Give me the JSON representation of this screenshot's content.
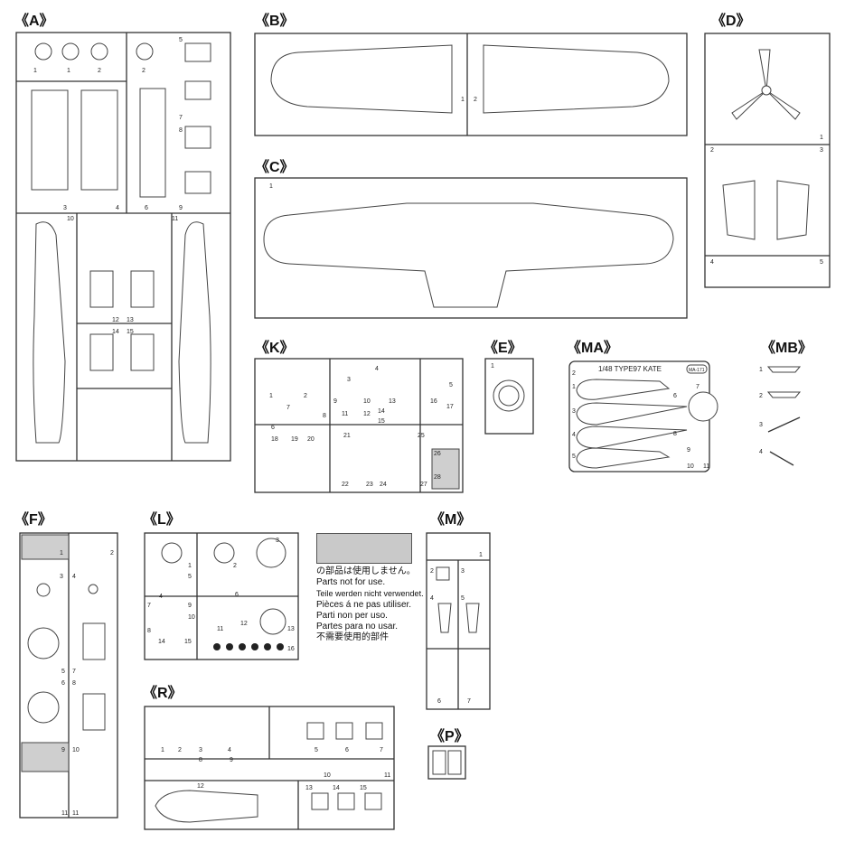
{
  "sprues": {
    "A": {
      "label": "《A》",
      "parts": [
        "1",
        "1",
        "2",
        "2",
        "3",
        "4",
        "5",
        "6",
        "7",
        "8",
        "9",
        "10",
        "11",
        "12",
        "13",
        "14",
        "15"
      ]
    },
    "B": {
      "label": "《B》",
      "parts": [
        "1",
        "2"
      ]
    },
    "C": {
      "label": "《C》",
      "parts": [
        "1"
      ]
    },
    "D": {
      "label": "《D》",
      "parts": [
        "1",
        "2",
        "3",
        "4",
        "5"
      ]
    },
    "K": {
      "label": "《K》",
      "parts": [
        "1",
        "2",
        "3",
        "4",
        "5",
        "6",
        "7",
        "8",
        "9",
        "10",
        "11",
        "12",
        "13",
        "14",
        "15",
        "16",
        "17",
        "18",
        "19",
        "20",
        "21",
        "22",
        "23",
        "24",
        "25",
        "26",
        "27",
        "28"
      ]
    },
    "E": {
      "label": "《E》",
      "parts": [
        "1"
      ]
    },
    "MA": {
      "label": "《MA》",
      "title": "1/48 TYPE97 KATE",
      "code": "MA-171",
      "parts": [
        "1",
        "2",
        "3",
        "4",
        "5",
        "6",
        "7",
        "8",
        "9",
        "10",
        "11"
      ]
    },
    "MB": {
      "label": "《MB》",
      "parts": [
        "1",
        "2",
        "3",
        "4"
      ]
    },
    "F": {
      "label": "《F》",
      "parts": [
        "1",
        "2",
        "3",
        "4",
        "5",
        "6",
        "7",
        "8",
        "9",
        "10",
        "11",
        "11"
      ]
    },
    "L": {
      "label": "《L》",
      "parts": [
        "1",
        "2",
        "3",
        "4",
        "5",
        "6",
        "7",
        "8",
        "9",
        "10",
        "11",
        "12",
        "13",
        "14",
        "15",
        "16"
      ]
    },
    "M": {
      "label": "《M》",
      "parts": [
        "1",
        "2",
        "3",
        "4",
        "5",
        "6",
        "7"
      ]
    },
    "P": {
      "label": "《P》"
    },
    "R": {
      "label": "《R》",
      "parts": [
        "1",
        "2",
        "3",
        "4",
        "5",
        "6",
        "7",
        "8",
        "9",
        "10",
        "11",
        "12",
        "13",
        "14",
        "15"
      ]
    }
  },
  "legend": {
    "lines": [
      "の部品は使用しません。",
      "Parts not for use.",
      "Teile werden nicht verwendet.",
      "Pièces á ne pas utiliser.",
      "Parti non per uso.",
      "Partes para no usar.",
      "不需要使用的部件"
    ]
  },
  "colors": {
    "unused_fill": "#c9c9c9",
    "line": "#333333"
  }
}
